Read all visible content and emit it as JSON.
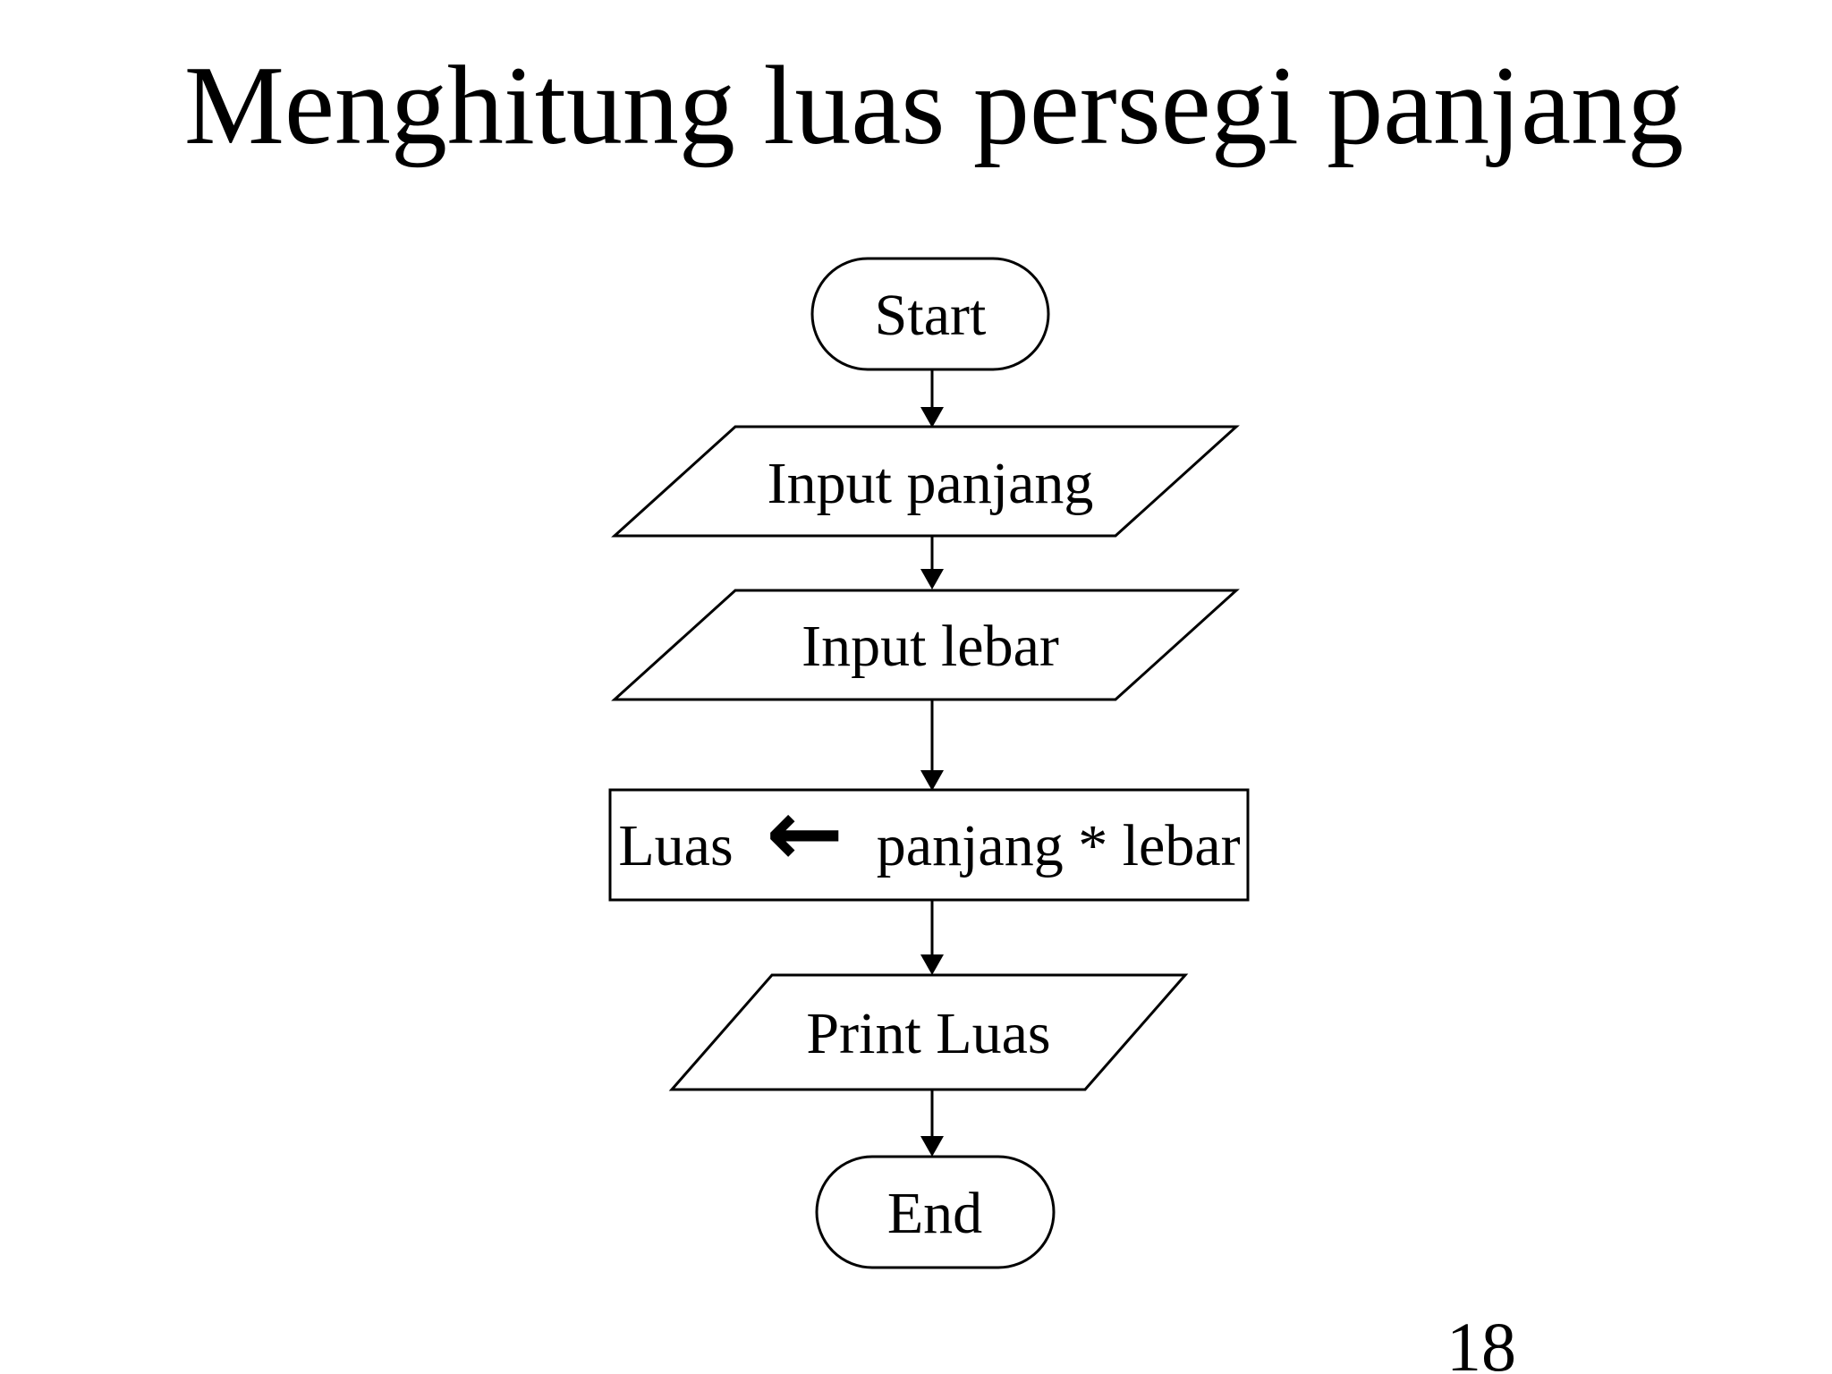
{
  "slide": {
    "title": "Menghitung luas persegi panjang",
    "page_number": "18"
  },
  "colors": {
    "background": "#ffffff",
    "stroke": "#000000",
    "text": "#000000"
  },
  "flowchart": {
    "nodes": [
      {
        "id": "start",
        "type": "terminator",
        "label": "Start"
      },
      {
        "id": "input-panjang",
        "type": "input-output",
        "label": "Input panjang"
      },
      {
        "id": "input-lebar",
        "type": "input-output",
        "label": "Input lebar"
      },
      {
        "id": "process-luas",
        "type": "process",
        "label": "Luas ← panjang * lebar",
        "label_target": "Luas",
        "label_arrow": "←",
        "label_expression": "panjang * lebar"
      },
      {
        "id": "print-luas",
        "type": "input-output",
        "label": "Print Luas"
      },
      {
        "id": "end",
        "type": "terminator",
        "label": "End"
      }
    ],
    "edges": [
      {
        "from": "start",
        "to": "input-panjang"
      },
      {
        "from": "input-panjang",
        "to": "input-lebar"
      },
      {
        "from": "input-lebar",
        "to": "process-luas"
      },
      {
        "from": "process-luas",
        "to": "print-luas"
      },
      {
        "from": "print-luas",
        "to": "end"
      }
    ]
  }
}
